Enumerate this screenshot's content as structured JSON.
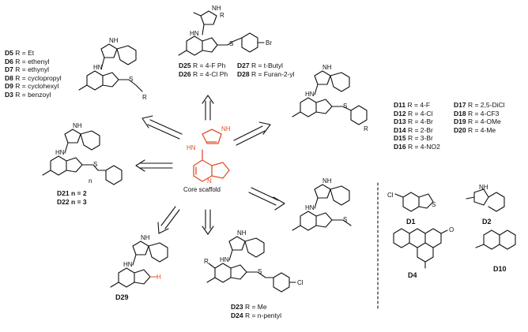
{
  "core": {
    "label": "Core scaffold",
    "nh": "HN",
    "nh2": "NH",
    "n": "N"
  },
  "atoms": {
    "nh": "NH",
    "hn": "HN",
    "n": "N",
    "s": "S",
    "r": "R",
    "cl": "Cl",
    "br": "Br",
    "o": "O",
    "h": "H",
    "n_sub": "n"
  },
  "groups": [
    {
      "id": "left_top",
      "lines": [
        {
          "code": "D5",
          "text": "R = Et"
        },
        {
          "code": "D6",
          "text": "R = ethenyl"
        },
        {
          "code": "D7",
          "text": "R = ethynyl"
        },
        {
          "code": "D8",
          "text": "R = cyclopropyl"
        },
        {
          "code": "D9",
          "text": "R = cyclohexyl"
        },
        {
          "code": "D3",
          "text": "R = benzoyl"
        }
      ]
    },
    {
      "id": "top_left",
      "lines": [
        {
          "code": "D25",
          "text": "R = 4-F Ph"
        },
        {
          "code": "D26",
          "text": "R = 4-Cl Ph"
        }
      ]
    },
    {
      "id": "top_right",
      "lines": [
        {
          "code": "D27",
          "text": "R = t-Butyl"
        },
        {
          "code": "D28",
          "text": "R = Furan-2-yl"
        }
      ]
    },
    {
      "id": "right_a",
      "lines": [
        {
          "code": "D11",
          "text": "R = 4-F"
        },
        {
          "code": "D12",
          "text": "R = 4-Cl"
        },
        {
          "code": "D13",
          "text": "R = 4-Br"
        },
        {
          "code": "D14",
          "text": "R = 2-Br"
        },
        {
          "code": "D15",
          "text": "R = 3-Br"
        },
        {
          "code": "D16",
          "text": "R = 4-NO2"
        }
      ]
    },
    {
      "id": "right_b",
      "lines": [
        {
          "code": "D17",
          "text": "R = 2,5-DiCl"
        },
        {
          "code": "D18",
          "text": "R = 4-CF3"
        },
        {
          "code": "D19",
          "text": "R = 4-OMe"
        },
        {
          "code": "D20",
          "text": "R = 4-Me"
        }
      ]
    },
    {
      "id": "left_mid",
      "lines": [
        {
          "code": "D21",
          "text": "n = 2"
        },
        {
          "code": "D22",
          "text": "n = 3"
        }
      ]
    },
    {
      "id": "bottom_mid",
      "lines": [
        {
          "code": "D23",
          "text": "R = Me"
        },
        {
          "code": "D24",
          "text": "R = n-pentyl"
        }
      ]
    }
  ],
  "compounds": {
    "d29": "D29",
    "d1": "D1",
    "d2": "D2",
    "d4": "D4",
    "d10": "D10"
  },
  "colors": {
    "core": "#e2502a",
    "ink": "#111111"
  }
}
